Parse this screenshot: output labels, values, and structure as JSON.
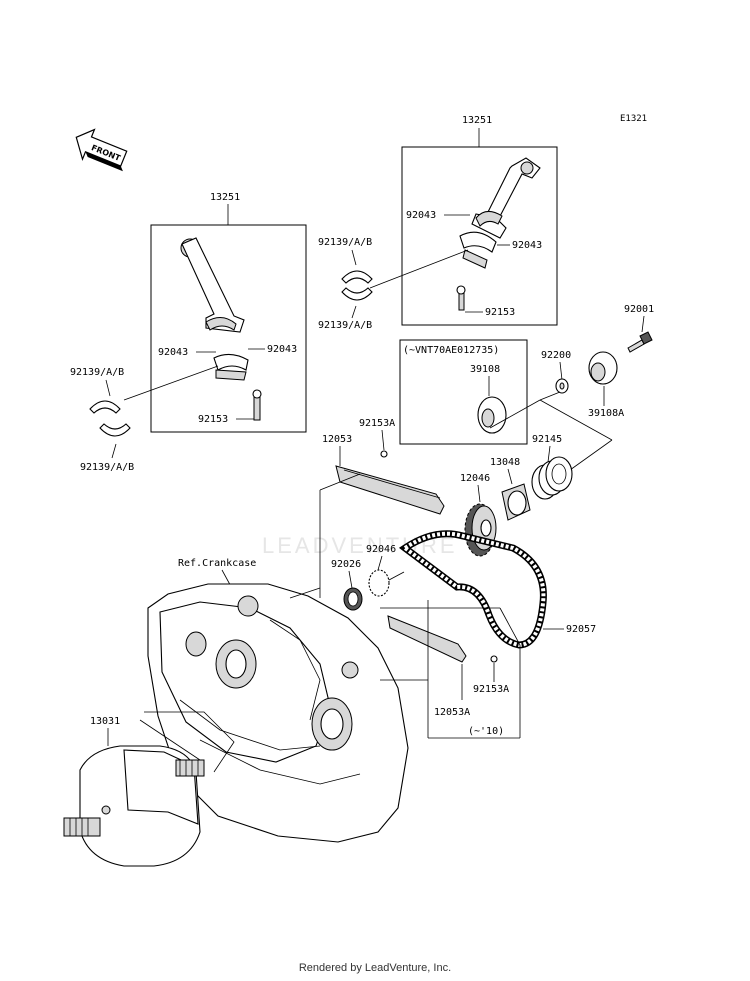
{
  "diagram_code": "E1321",
  "front_label": "FRONT",
  "watermark": "LEADVENTURE",
  "footer": "Rendered by LeadVenture, Inc.",
  "labels": {
    "conrod_right_13251": "13251",
    "conrod_left_13251": "13251",
    "r_92043_a": "92043",
    "r_92043_b": "92043",
    "r_92153": "92153",
    "l_92043_a": "92043",
    "l_92043_b": "92043",
    "l_92153": "92153",
    "mid_92139_top": "92139/A/B",
    "mid_92139_bot": "92139/A/B",
    "left_92139_top": "92139/A/B",
    "left_92139_bot": "92139/A/B",
    "p_92001": "92001",
    "p_92200": "92200",
    "p_39108A": "39108A",
    "vin_note": "(~VNT70AE012735)",
    "p_39108": "39108",
    "p_92145": "92145",
    "p_13048": "13048",
    "p_12046": "12046",
    "p_92153A_top": "92153A",
    "p_12053": "12053",
    "p_92046": "92046",
    "p_92026": "92026",
    "ref_crankcase": "Ref.Crankcase",
    "p_92057": "92057",
    "p_92153A_bot": "92153A",
    "p_12053A": "12053A",
    "year_note": "(~'10)",
    "p_13031": "13031"
  }
}
